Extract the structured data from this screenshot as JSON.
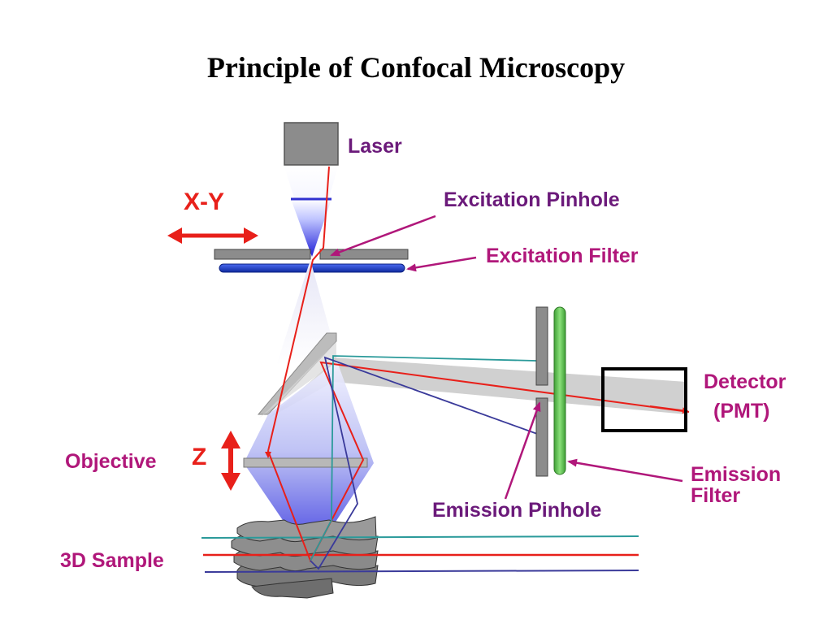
{
  "title": "Principle of Confocal Microscopy",
  "labels": {
    "laser": "Laser",
    "excitation_pinhole": "Excitation Pinhole",
    "excitation_filter": "Excitation Filter",
    "xy": "X-Y",
    "detector_line1": "Detector",
    "detector_line2": "(PMT)",
    "objective": "Objective",
    "z": "Z",
    "emission_pinhole": "Emission Pinhole",
    "emission_filter_line1": "Emission",
    "emission_filter_line2": "Filter",
    "sample": "3D Sample"
  },
  "colors": {
    "label_purple": "#6b1a7a",
    "label_magenta": "#b0177a",
    "axis_red": "#e8201a",
    "beam_red": "#e8201a",
    "beam_teal": "#2a9a9a",
    "beam_navy": "#3a3a9a",
    "filter_blue": "#1e3fc8",
    "emission_green": "#5cc84a",
    "plate_gray": "#8c8c8c",
    "cone_blue": "#2a2ad8",
    "cone_gray": "#c8c8c8"
  }
}
